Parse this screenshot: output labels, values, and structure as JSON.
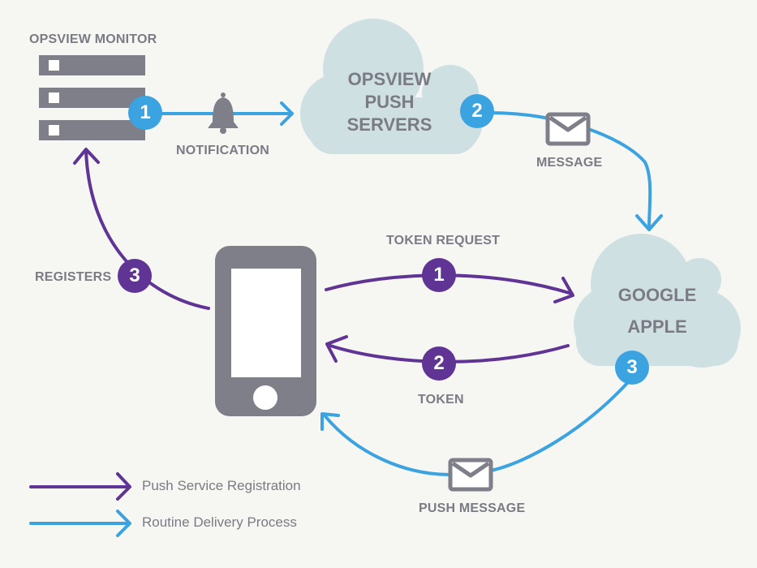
{
  "colors": {
    "background": "#f6f6f3",
    "registration": "#5f3494",
    "delivery": "#3ba3e0",
    "device_gray": "#7e7f89",
    "cloud_fill": "#cfe0e2",
    "text_gray": "#7a7b84"
  },
  "nodes": {
    "monitor": {
      "label": "OPSVIEW MONITOR",
      "icon": "server-icon"
    },
    "push_servers": {
      "label_lines": [
        "OPSVIEW",
        "PUSH",
        "SERVERS"
      ],
      "icon": "cloud-icon"
    },
    "providers": {
      "label_lines": [
        "GOOGLE",
        "APPLE"
      ],
      "icon": "cloud-icon"
    },
    "phone": {
      "icon": "smartphone-icon"
    }
  },
  "flows": {
    "delivery": [
      {
        "step": "1",
        "label": "NOTIFICATION",
        "icon": "bell-icon",
        "from": "OPSVIEW MONITOR",
        "to": "OPSVIEW PUSH SERVERS"
      },
      {
        "step": "2",
        "label": "MESSAGE",
        "icon": "envelope-icon",
        "from": "OPSVIEW PUSH SERVERS",
        "to": "GOOGLE APPLE"
      },
      {
        "step": "3",
        "label": "PUSH MESSAGE",
        "icon": "envelope-icon",
        "from": "GOOGLE APPLE",
        "to": "PHONE"
      }
    ],
    "registration": [
      {
        "step": "1",
        "label": "TOKEN REQUEST",
        "from": "PHONE",
        "to": "GOOGLE APPLE"
      },
      {
        "step": "2",
        "label": "TOKEN",
        "from": "GOOGLE APPLE",
        "to": "PHONE"
      },
      {
        "step": "3",
        "label": "REGISTERS",
        "from": "PHONE",
        "to": "OPSVIEW MONITOR"
      }
    ]
  },
  "legend": [
    {
      "label": "Push Service Registration",
      "color": "#5f3494"
    },
    {
      "label": "Routine Delivery Process",
      "color": "#3ba3e0"
    }
  ]
}
